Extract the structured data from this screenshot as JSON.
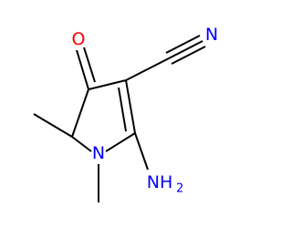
{
  "molecule": {
    "atoms": {
      "oxygen": {
        "text": "O",
        "color": "#ff0000"
      },
      "nitrile_n": {
        "text": "N",
        "color": "#0000ff"
      },
      "ring_n": {
        "text": "N",
        "color": "#0000ff"
      },
      "amino": {
        "text": "NH",
        "subscript": "2",
        "color": "#0000ff"
      }
    }
  }
}
